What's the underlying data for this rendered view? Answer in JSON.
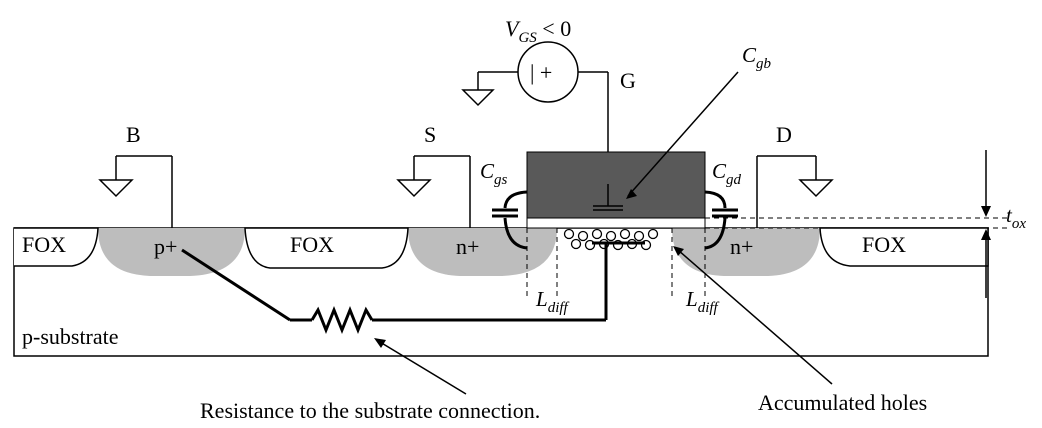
{
  "labels": {
    "vgs_v": "V",
    "vgs_sub": "GS",
    "vgs_cond": " < 0",
    "gate": "G",
    "bulk": "B",
    "source": "S",
    "drain": "D",
    "cgb_c": "C",
    "cgb_sub": "gb",
    "cgs_c": "C",
    "cgs_sub": "gs",
    "cgd_c": "C",
    "cgd_sub": "gd",
    "tox_t": "t",
    "tox_sub": "ox",
    "fox_left": "FOX",
    "fox_mid": "FOX",
    "fox_right": "FOX",
    "p_plus": "p+",
    "n_plus_source": "n+",
    "n_plus_drain": "n+",
    "p_substrate": "p-substrate",
    "ldiff_left_l": "L",
    "ldiff_left_sub": "diff",
    "ldiff_right_l": "L",
    "ldiff_right_sub": "diff",
    "resistance_caption": "Resistance to the substrate connection.",
    "holes_caption": "Accumulated holes",
    "source_symbol": "| +"
  },
  "colors": {
    "gate": "#595959",
    "diffusion": "#bdbdbd",
    "line": "#000000"
  }
}
